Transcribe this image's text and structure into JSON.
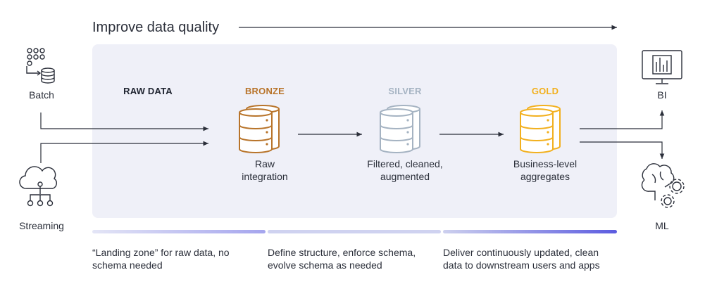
{
  "header": {
    "title": "Improve data quality"
  },
  "sources": {
    "batch": {
      "label": "Batch",
      "icon": "batch-database-icon"
    },
    "streaming": {
      "label": "Streaming",
      "icon": "cloud-network-icon"
    }
  },
  "stages": {
    "raw": {
      "label": "RAW DATA",
      "color": "#1f2430"
    },
    "bronze": {
      "label": "BRONZE",
      "description": [
        "Raw",
        "integration"
      ],
      "color": "#b8742a",
      "icon": "database-icon"
    },
    "silver": {
      "label": "SILVER",
      "description": [
        "Filtered, cleaned,",
        "augmented"
      ],
      "color": "#a5b3c2",
      "icon": "database-icon"
    },
    "gold": {
      "label": "GOLD",
      "description": [
        "Business-level",
        "aggregates"
      ],
      "color": "#f2b01e",
      "icon": "database-icon"
    }
  },
  "outputs": {
    "bi": {
      "label": "BI",
      "icon": "monitor-chart-icon"
    },
    "ml": {
      "label": "ML",
      "icon": "brain-gears-icon"
    }
  },
  "notes": [
    [
      "“Landing zone” for raw data, no",
      "schema needed"
    ],
    [
      "Define structure, enforce schema,",
      "evolve schema as needed"
    ],
    [
      "Deliver continuously updated, clean",
      "data to downstream users and apps"
    ]
  ],
  "colors": {
    "panel": "#eff0f8",
    "line": "#2b2f3a",
    "progress_start": "#c9cbec",
    "progress_end": "#5d5ce0"
  }
}
